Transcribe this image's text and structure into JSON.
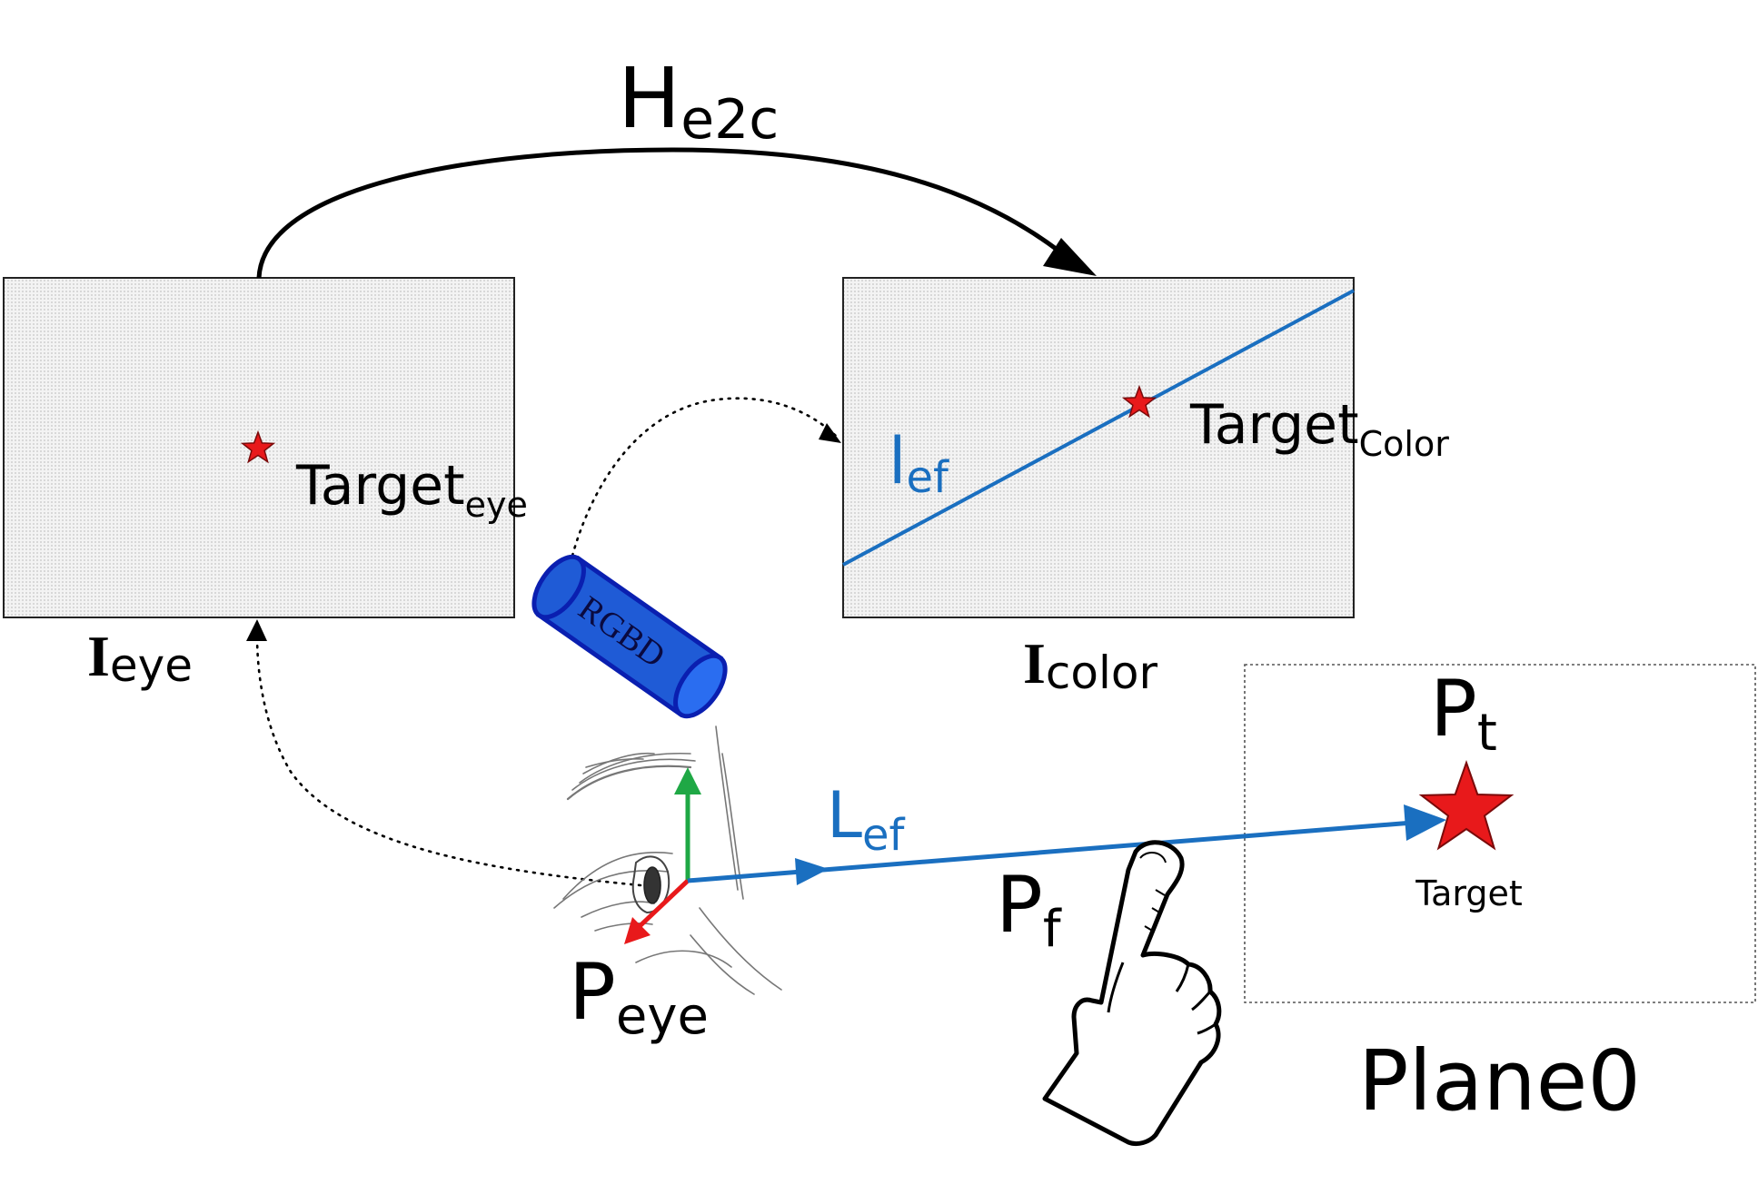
{
  "transform": {
    "main": "H",
    "sub": "e2c"
  },
  "eye_image": {
    "name_main": "I",
    "name_sub": "eye",
    "target_main": "Target",
    "target_sub": "eye"
  },
  "color_image": {
    "name_main": "I",
    "name_sub": "color",
    "target_main": "Target",
    "target_sub": "Color",
    "line_main": "l",
    "line_sub": "ef"
  },
  "camera": {
    "label": "RGBD"
  },
  "eye_point": {
    "main": "P",
    "sub": "eye"
  },
  "ray": {
    "main": "L",
    "sub": "ef"
  },
  "fingertip": {
    "main": "P",
    "sub": "f"
  },
  "target_point": {
    "main": "P",
    "sub": "t",
    "caption": "Target"
  },
  "plane": {
    "label": "Plane0"
  },
  "colors": {
    "ray": "#1a6fc0",
    "star": "#e8191b",
    "camera": "#1f5bd6",
    "camera_stroke": "#0a1fb0",
    "axis_up": "#1fa845",
    "axis_forward": "#e8191b",
    "panel_fill": "#ececec"
  }
}
